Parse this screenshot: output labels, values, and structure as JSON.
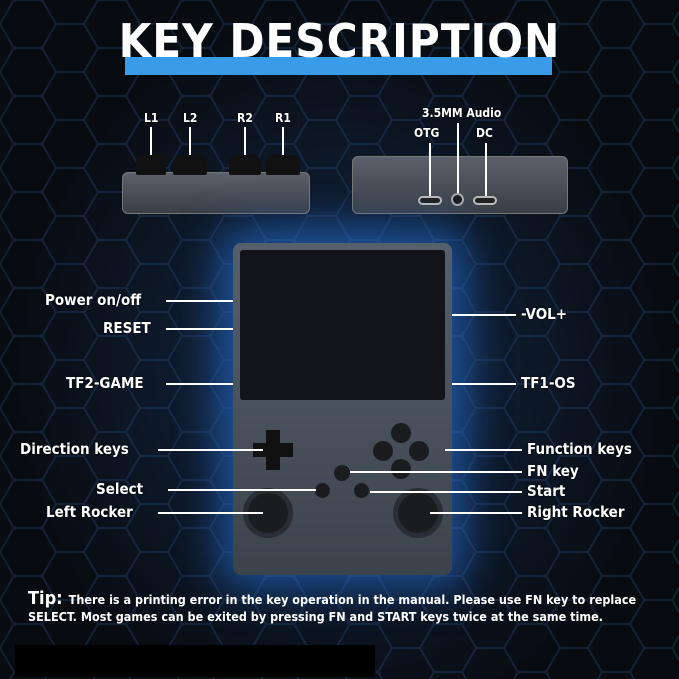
{
  "title": "KEY DESCRIPTION",
  "accent_color": "#3a9be8",
  "top_labels": {
    "l1": "L1",
    "l2": "L2",
    "r2": "R2",
    "r1": "R1",
    "audio": "3.5MM Audio",
    "otg": "OTG",
    "dc": "DC"
  },
  "left_labels": {
    "power": "Power on/off",
    "reset": "RESET",
    "tf2": "TF2-GAME",
    "direction": "Direction keys",
    "select": "Select",
    "left_rocker": "Left Rocker"
  },
  "right_labels": {
    "vol": "-VOL+",
    "tf1": "TF1-OS",
    "function": "Function keys",
    "fn": "FN key",
    "start": "Start",
    "right_rocker": "Right Rocker"
  },
  "tip": {
    "label": "Tip:",
    "text": "There is a printing error in the key operation in the manual. Please use FN key to replace SELECT. Most games can be exited by pressing FN and START keys twice at the same time."
  }
}
